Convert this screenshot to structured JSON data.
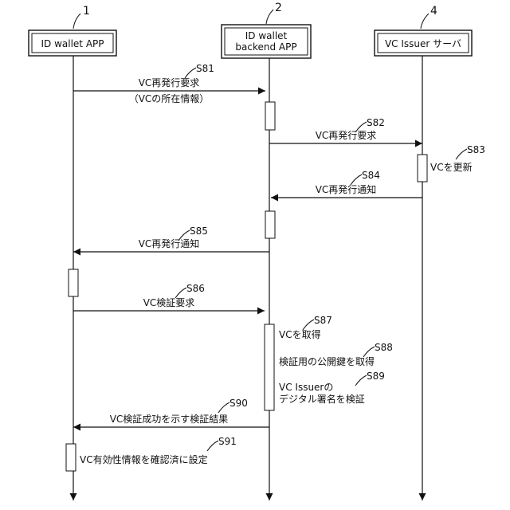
{
  "participants": [
    {
      "ref": "1",
      "lines": [
        "ID wallet APP"
      ]
    },
    {
      "ref": "2",
      "lines": [
        "ID wallet",
        "backend APP"
      ]
    },
    {
      "ref": "4",
      "lines": [
        "VC Issuer サーバ"
      ]
    }
  ],
  "messages": [
    {
      "step": "S81",
      "lines": [
        "VC再発行要求",
        "（VCの所在情報）"
      ]
    },
    {
      "step": "S82",
      "lines": [
        "VC再発行要求"
      ]
    },
    {
      "step": "S84",
      "lines": [
        "VC再発行通知"
      ]
    },
    {
      "step": "S85",
      "lines": [
        "VC再発行通知"
      ]
    },
    {
      "step": "S86",
      "lines": [
        "VC検証要求"
      ]
    },
    {
      "step": "S90",
      "lines": [
        "VC検証成功を示す検証結果"
      ]
    }
  ],
  "processes": [
    {
      "step": "S83",
      "lines": [
        "VCを更新"
      ]
    },
    {
      "step": "S87",
      "lines": [
        "VCを取得"
      ]
    },
    {
      "step": "S88",
      "lines": [
        "検証用の公開鍵を取得"
      ]
    },
    {
      "step": "S89",
      "lines": [
        "VC Issuerの",
        "デジタル署名を検証"
      ]
    },
    {
      "step": "S91",
      "lines": [
        "VC有効性情報を確認済に設定"
      ]
    }
  ]
}
